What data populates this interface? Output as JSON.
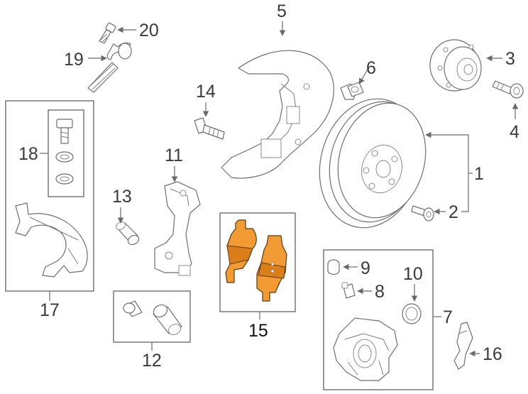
{
  "callouts": {
    "c1": "1",
    "c2": "2",
    "c3": "3",
    "c4": "4",
    "c5": "5",
    "c6": "6",
    "c7": "7",
    "c8": "8",
    "c9": "9",
    "c10": "10",
    "c11": "11",
    "c12": "12",
    "c13": "13",
    "c14": "14",
    "c15": "15",
    "c16": "16",
    "c17": "17",
    "c18": "18",
    "c19": "19",
    "c20": "20"
  },
  "colors": {
    "line": "#6e6e6e",
    "highlight": "#f29a34",
    "text": "#3a3a3a"
  }
}
